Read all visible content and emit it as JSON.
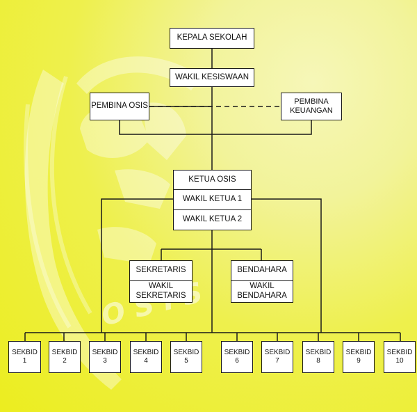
{
  "colors": {
    "background": "#eced1f",
    "box_fill": "#ffffff",
    "line": "#1a1a1a"
  },
  "logo": {
    "name": "osis-logo-watermark",
    "text": "OSIS"
  },
  "org": {
    "kepala_sekolah": "KEPALA SEKOLAH",
    "wakil_kesiswaan": "WAKIL KESISWAAN",
    "pembina_osis": "PEMBINA OSIS",
    "pembina_keuangan": [
      "PEMBINA",
      "KEUANGAN"
    ],
    "ketua_osis": "KETUA OSIS",
    "wakil_ketua_1": "WAKIL KETUA 1",
    "wakil_ketua_2": "WAKIL KETUA 2",
    "sekretaris": "SEKRETARIS",
    "wakil_sekretaris": [
      "WAKIL",
      "SEKRETARIS"
    ],
    "bendahara": "BENDAHARA",
    "wakil_bendahara": [
      "WAKIL",
      "BENDAHARA"
    ],
    "sekbid": [
      [
        "SEKBID",
        "1"
      ],
      [
        "SEKBID",
        "2"
      ],
      [
        "SEKBID",
        "3"
      ],
      [
        "SEKBID",
        "4"
      ],
      [
        "SEKBID",
        "5"
      ],
      [
        "SEKBID",
        "6"
      ],
      [
        "SEKBID",
        "7"
      ],
      [
        "SEKBID",
        "8"
      ],
      [
        "SEKBID",
        "9"
      ],
      [
        "SEKBID",
        "10"
      ]
    ]
  }
}
